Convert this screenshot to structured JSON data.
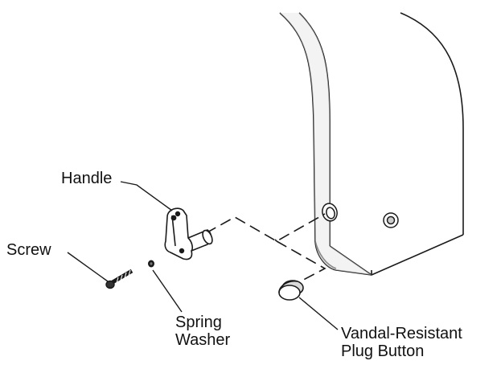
{
  "labels": {
    "handle": "Handle",
    "screw": "Screw",
    "spring_washer": [
      "Spring",
      "Washer"
    ],
    "plug_button": [
      "Vandal-Resistant",
      "Plug Button"
    ]
  },
  "colors": {
    "line": "#1a1a1a",
    "fill": "#ffffff",
    "shade": "#dddddd"
  }
}
